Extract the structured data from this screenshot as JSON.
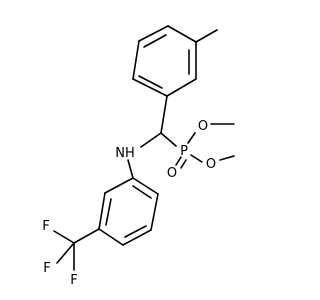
{
  "molecule": {
    "atom_labels": {
      "nitrogen_h": "NH",
      "phosphorus": "P",
      "oxygen_methoxy_upper": "O",
      "oxygen_methoxy_lower": "O",
      "oxygen_double": "O",
      "fluorine_1": "F",
      "fluorine_2": "F",
      "fluorine_3": "F"
    },
    "colors": {
      "bond": "#000000",
      "carbon": "#000000",
      "nitrogen": "#1a1ae6",
      "phosphorus": "#ff8000",
      "oxygen": "#e60000",
      "fluorine": "#33cc33"
    }
  }
}
